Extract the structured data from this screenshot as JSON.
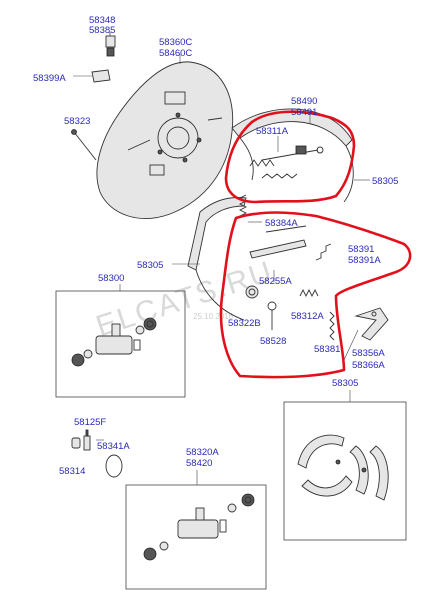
{
  "labels": {
    "p58348": "58348",
    "p58385": "58385",
    "p58399A": "58399A",
    "p58360C": "58360C",
    "p58460C": "58460C",
    "p58323": "58323",
    "p58490": "58490",
    "p58491": "58491",
    "p58311A": "58311A",
    "p58305_top": "58305",
    "p58384A": "58384A",
    "p58305_mid": "58305",
    "p58391": "58391",
    "p58391A": "58391A",
    "p58300": "58300",
    "p58255A": "58255A",
    "p58322B": "58322B",
    "p58312A": "58312A",
    "p58528": "58528",
    "p58381": "58381",
    "p58356A": "58356A",
    "p58366A": "58366A",
    "p58305_bot": "58305",
    "p58125F": "58125F",
    "p58341A": "58341A",
    "p58314": "58314",
    "p58320A": "58320A",
    "p58420": "58420"
  },
  "watermark": {
    "text": "ELCATS.RU",
    "date": "25.10.2016"
  },
  "colors": {
    "label": "#2a2ab8",
    "highlight": "#e3101c",
    "line": "#333333",
    "watermark": "#d9d9d9"
  }
}
